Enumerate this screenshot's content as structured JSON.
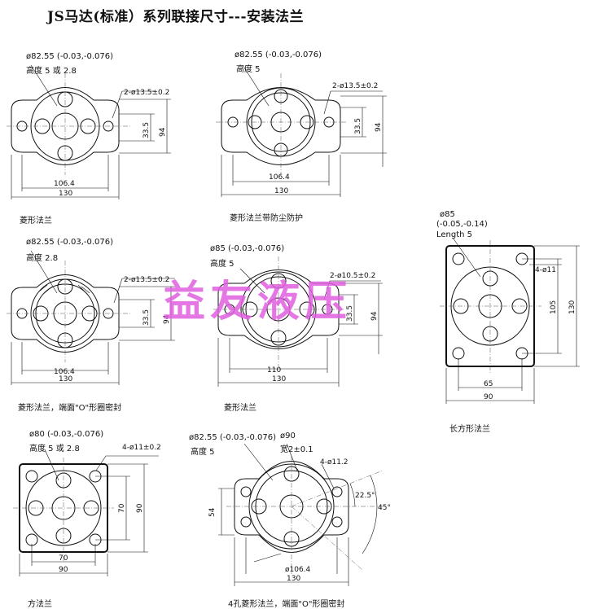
{
  "title": "JS马达(标准）系列联接尺寸---安装法兰",
  "watermark": "益友液压",
  "panels": [
    {
      "id": "p1",
      "callout_1": "ø82.55 (-0.03,-0.076)",
      "callout_2": "高度 5 或 2.8",
      "holes": "2-ø13.5±0.2",
      "dim_h": "33.5",
      "dim_total_h": "94",
      "dim_inner_w": "106.4",
      "dim_w": "130",
      "caption": "菱形法兰"
    },
    {
      "id": "p2",
      "callout_1": "ø82.55 (-0.03,-0.076)",
      "callout_2": "高度 5",
      "holes": "2-ø13.5±0.2",
      "dim_h": "33.5",
      "dim_total_h": "94",
      "dim_inner_w": "106.4",
      "dim_w": "130",
      "caption": "菱形法兰带防尘防护"
    },
    {
      "id": "p3",
      "callout_1": "ø82.55 (-0.03,-0.076)",
      "callout_2": "高度 2.8",
      "holes": "2-ø13.5±0.2",
      "dim_h": "33.5",
      "dim_total_h": "94",
      "dim_inner_w": "106.4",
      "dim_w": "130",
      "caption": "菱形法兰，端面\"O\"形圈密封"
    },
    {
      "id": "p4",
      "callout_1": "ø85 (-0.03,-0.076)",
      "callout_2": "高度 5",
      "holes": "2-ø10.5±0.2",
      "dim_h": "33.5",
      "dim_total_h": "94",
      "dim_inner_w": "110",
      "dim_w": "130",
      "caption": "菱形法兰"
    },
    {
      "id": "p5",
      "callout_1": "ø85",
      "callout_2": "(-0.05,-0.14)",
      "callout_3": "Length 5",
      "holes": "4-ø11",
      "dim_h": "105",
      "dim_total_h": "130",
      "dim_inner_w": "65",
      "dim_w": "90",
      "caption": "长方形法兰"
    },
    {
      "id": "p6",
      "callout_1": "ø80 (-0.03,-0.076)",
      "callout_2": "高度 5 或 2.8",
      "holes": "4-ø11±0.2",
      "dim_h": "70",
      "dim_total_h": "90",
      "dim_inner_w": "70",
      "dim_w": "90",
      "caption": "方法兰"
    },
    {
      "id": "p7",
      "callout_1": "ø82.55 (-0.03,-0.076)",
      "callout_2": "高度 5",
      "callout_3": "ø90",
      "callout_4": "宽2±0.1",
      "holes": "4-ø11.2",
      "angle_1": "22.5°",
      "angle_2": "45°",
      "dim_h": "54",
      "dim_inner_w": "ø106.4",
      "dim_w": "130",
      "caption": "4孔菱形法兰，端面\"O\"形圈密封"
    }
  ]
}
